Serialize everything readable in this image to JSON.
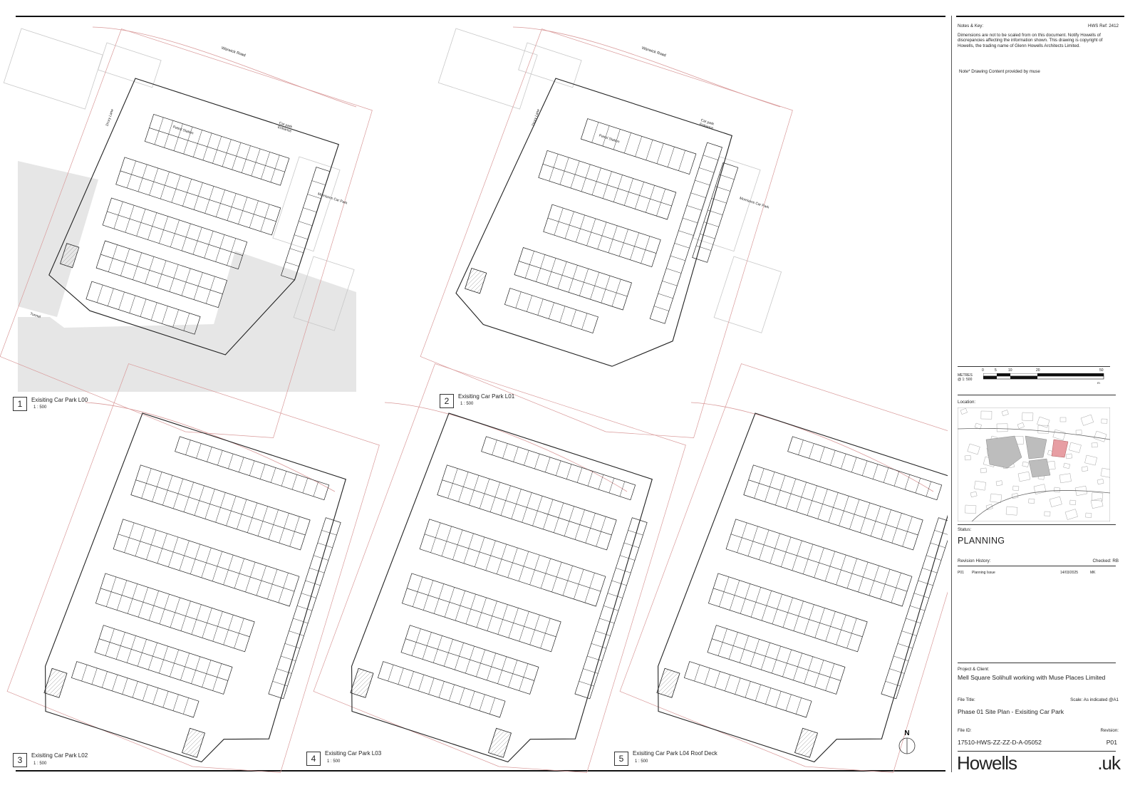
{
  "views": [
    {
      "number": "1",
      "title": "Exisiting Car Park L00",
      "scale": "1 : 500"
    },
    {
      "number": "2",
      "title": "Exisiting Car Park L01",
      "scale": "1 : 500"
    },
    {
      "number": "3",
      "title": "Exisiting Car Park L02",
      "scale": "1 : 500"
    },
    {
      "number": "4",
      "title": "Exisiting Car Park L03",
      "scale": "1 : 500"
    },
    {
      "number": "5",
      "title": "Exisiting Car Park L04 Roof Deck",
      "scale": "1 : 500"
    }
  ],
  "plan_labels": {
    "warwick_road": "Warwick Road",
    "drury_lane": "Drury Lane",
    "petrol_station": "Petrol Station",
    "car_park_entrance": "Car park Entrance",
    "morrisons_car_park": "Morrisons Car Park",
    "tunnel": "Tunnel"
  },
  "north_arrow": "N",
  "title_block": {
    "notes_heading": "Notes & Key:",
    "hws_ref": "HWS Ref: 2412",
    "notes_text": "Dimensions are not to be scaled from on this document.  Notify Howells of discrepancies affecting the information shown.  This drawing is copyright of Howells, the trading name of Glenn Howells Architects Limited.",
    "note2": "Note* Drawing Content provided by muse",
    "scale_bar": {
      "label": "METRES",
      "label2": "@ 1: 500",
      "ticks": [
        "0",
        "5",
        "10",
        "20",
        "50"
      ],
      "unit": "m"
    },
    "location_heading": "Location:",
    "status_heading": "Status:",
    "status": "PLANNING",
    "revision_heading": "Revision History:",
    "checked": "Checked: RB",
    "revision_rows": [
      {
        "rev": "P01",
        "desc": "Planning Issue",
        "date": "14/03/2025",
        "by": "MK"
      }
    ],
    "project_heading": "Project & Client:",
    "project": "Mell Square Solihull working with Muse Places Limited",
    "file_title_heading": "File Title:",
    "scale_note": "Scale: As indicated @A1",
    "file_title": "Phase 01 Site Plan - Exisiting Car Park",
    "file_id_heading": "File ID:",
    "revision_label": "Revision:",
    "file_id": "17510-HWS-ZZ-ZZ-D-A-05052",
    "revision": "P01",
    "logo": "Howells",
    "logo_suffix": ".uk"
  },
  "colors": {
    "line": "#222222",
    "faint": "#c8c8c8",
    "boundary": "#d99a9a",
    "shade": "#e6e6e6",
    "highlight": "#e79ea3"
  }
}
